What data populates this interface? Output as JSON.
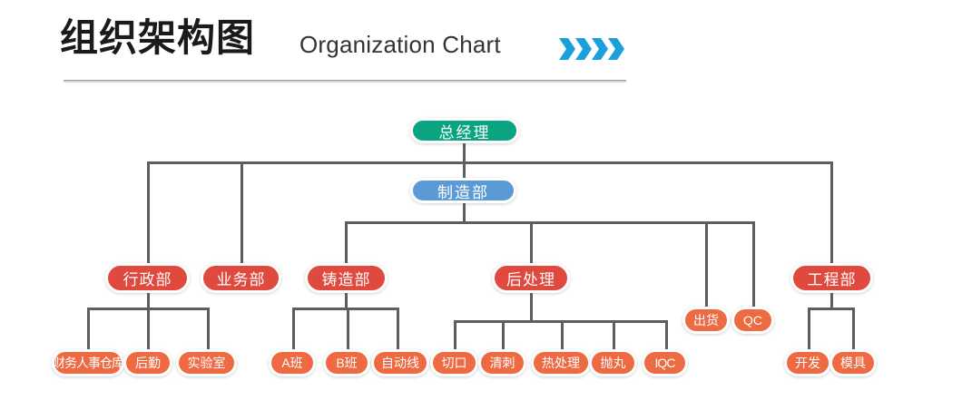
{
  "header": {
    "title_cn": "组织架构图",
    "title_en": "Organization Chart",
    "chevron_icon": "double-chevron-right-icon",
    "chevron_count": 4,
    "chevron_color": "#1ba0db",
    "divider": "horizontal-rule"
  },
  "palette": {
    "level1": "#0aa580",
    "level2": "#5b9bd5",
    "level3": "#e0493d",
    "leaf": "#ee6a43",
    "connector": "#5e5e5e",
    "text": "#ffffff"
  },
  "chart_data": {
    "type": "diagram",
    "subtype": "org-chart",
    "title": "组织架构图 Organization Chart",
    "root": "总经理",
    "nodes": [
      {
        "id": "gm",
        "label": "总经理",
        "level": 1,
        "parent": null
      },
      {
        "id": "admin",
        "label": "行政部",
        "level": 3,
        "parent": "gm"
      },
      {
        "id": "sales",
        "label": "业务部",
        "level": 3,
        "parent": "gm"
      },
      {
        "id": "mfg",
        "label": "制造部",
        "level": 2,
        "parent": "gm"
      },
      {
        "id": "eng",
        "label": "工程部",
        "level": 3,
        "parent": "gm"
      },
      {
        "id": "finance",
        "label": "财务人事仓库",
        "level": 4,
        "parent": "admin"
      },
      {
        "id": "logis",
        "label": "后勤",
        "level": 4,
        "parent": "admin"
      },
      {
        "id": "lab",
        "label": "实验室",
        "level": 4,
        "parent": "admin"
      },
      {
        "id": "cast",
        "label": "铸造部",
        "level": 3,
        "parent": "mfg"
      },
      {
        "id": "post",
        "label": "后处理",
        "level": 3,
        "parent": "mfg"
      },
      {
        "id": "ship",
        "label": "出货",
        "level": 4,
        "parent": "mfg"
      },
      {
        "id": "qc",
        "label": "QC",
        "level": 4,
        "parent": "mfg"
      },
      {
        "id": "shiftA",
        "label": "A班",
        "level": 4,
        "parent": "cast"
      },
      {
        "id": "shiftB",
        "label": "B班",
        "level": 4,
        "parent": "cast"
      },
      {
        "id": "autoline",
        "label": "自动线",
        "level": 4,
        "parent": "cast"
      },
      {
        "id": "cut",
        "label": "切口",
        "level": 4,
        "parent": "post"
      },
      {
        "id": "deburr",
        "label": "清刺",
        "level": 4,
        "parent": "post"
      },
      {
        "id": "heat",
        "label": "热处理",
        "level": 4,
        "parent": "post"
      },
      {
        "id": "shot",
        "label": "抛丸",
        "level": 4,
        "parent": "post"
      },
      {
        "id": "iqc",
        "label": "IQC",
        "level": 4,
        "parent": "post"
      },
      {
        "id": "dev",
        "label": "开发",
        "level": 4,
        "parent": "eng"
      },
      {
        "id": "mold",
        "label": "模具",
        "level": 4,
        "parent": "eng"
      }
    ]
  }
}
